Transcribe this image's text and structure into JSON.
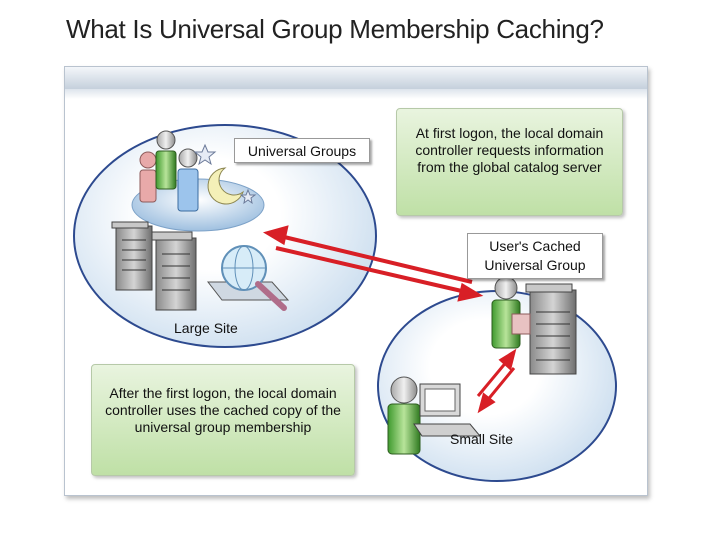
{
  "title": "What Is Universal Group Membership Caching?",
  "labels": {
    "universal_groups": "Universal Groups",
    "first_logon_note": "At first logon, the local domain controller requests information from the global catalog server",
    "users_cached": "User's Cached Universal Group",
    "large_site": "Large Site",
    "after_logon_note": "After the first logon, the local domain controller uses the cached copy of the universal group membership",
    "small_site": "Small Site"
  },
  "colors": {
    "arrow_red": "#d81f26",
    "note_green": "#bfe0a6",
    "site_outline": "#2d4a8f"
  }
}
